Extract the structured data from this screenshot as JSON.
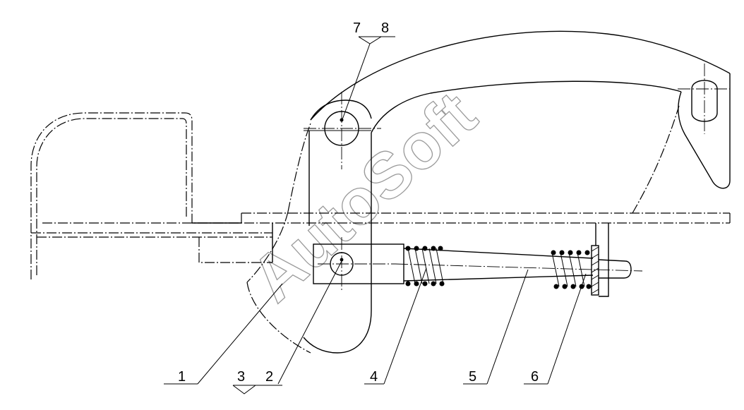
{
  "watermark": "AutoSoft",
  "callouts": [
    {
      "id": "c1",
      "text": "1"
    },
    {
      "id": "c2",
      "text": "2"
    },
    {
      "id": "c3",
      "text": "3"
    },
    {
      "id": "c4",
      "text": "4"
    },
    {
      "id": "c5",
      "text": "5"
    },
    {
      "id": "c6",
      "text": "6"
    },
    {
      "id": "c7",
      "text": "7"
    },
    {
      "id": "c8",
      "text": "8"
    }
  ]
}
